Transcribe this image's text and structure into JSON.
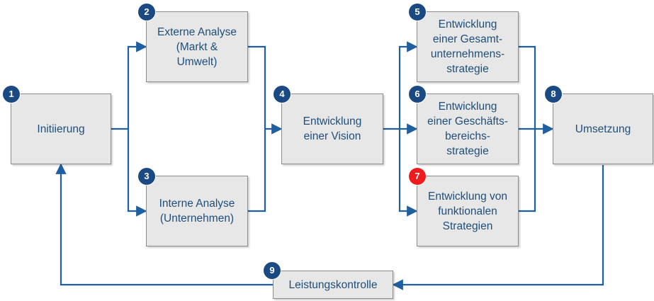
{
  "colors": {
    "line": "#1f5fa0",
    "box_fill": "#e7e7e7",
    "box_border": "#8c8c8c",
    "text": "#1f4e79",
    "badge": "#1b4a82",
    "badge_highlight": "#ee1c1c"
  },
  "nodes": [
    {
      "id": "n1",
      "number": "1",
      "label": "Initiierung"
    },
    {
      "id": "n2",
      "number": "2",
      "label": "Externe Analyse\n(Markt &\nUmwelt)"
    },
    {
      "id": "n3",
      "number": "3",
      "label": "Interne Analyse\n(Unternehmen)"
    },
    {
      "id": "n4",
      "number": "4",
      "label": "Entwicklung\neiner Vision"
    },
    {
      "id": "n5",
      "number": "5",
      "label": "Entwicklung\neiner Gesamt-\nunternehmens-\nstrategie"
    },
    {
      "id": "n6",
      "number": "6",
      "label": "Entwicklung\neiner Geschäfts-\nbereichs-\nstrategie"
    },
    {
      "id": "n7",
      "number": "7",
      "label": "Entwicklung von\nfunktionalen\nStrategien",
      "highlight": true
    },
    {
      "id": "n8",
      "number": "8",
      "label": "Umsetzung"
    },
    {
      "id": "n9",
      "number": "9",
      "label": "Leistungskontrolle"
    }
  ]
}
